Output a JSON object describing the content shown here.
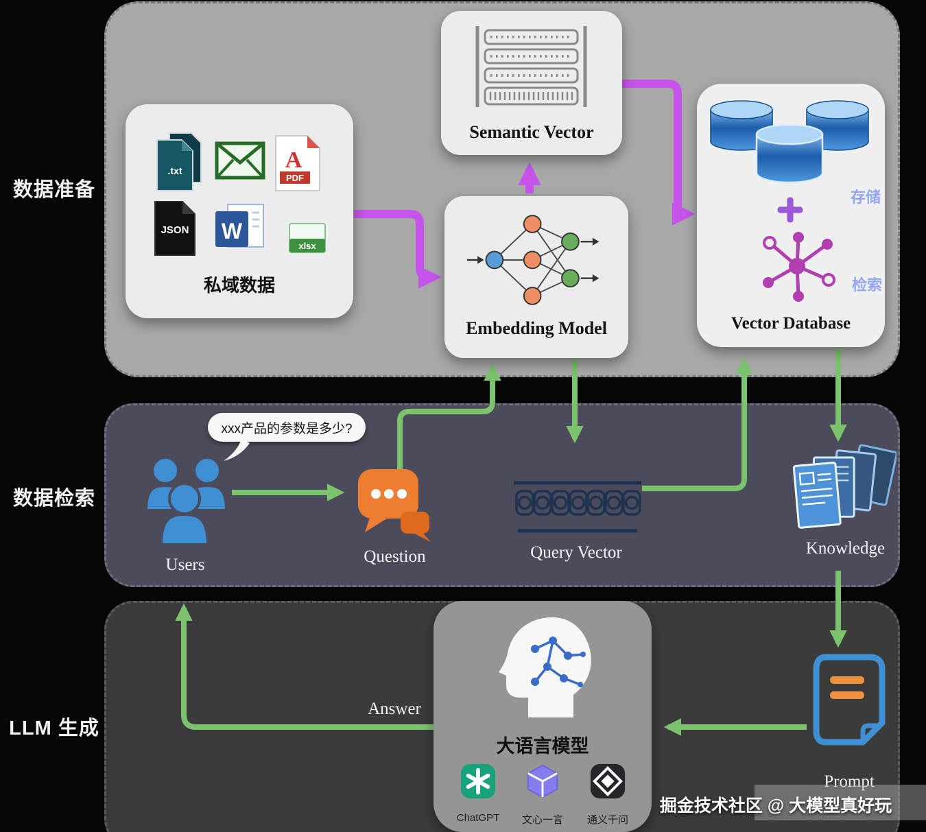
{
  "sections": {
    "prep": "数据准备",
    "retrieval": "数据检索",
    "llm": "LLM 生成"
  },
  "prep": {
    "private_data_title": "私域数据",
    "files": {
      "txt": ".txt",
      "json": "JSON",
      "word": "W",
      "xlsx": "xlsx",
      "pdf_letter": "A",
      "pdf_badge": "PDF"
    },
    "semantic_vector_title": "Semantic Vector",
    "embedding_model_title": "Embedding Model",
    "vector_database_title": "Vector Database",
    "store_label": "存储",
    "retrieve_label": "检索"
  },
  "retrieval": {
    "users_label": "Users",
    "question_bubble_text": "xxx产品的参数是多少?",
    "question_label": "Question",
    "query_vector_label": "Query Vector",
    "knowledge_label": "Knowledge"
  },
  "llm": {
    "model_title": "大语言模型",
    "logos": [
      {
        "label": "ChatGPT"
      },
      {
        "label": "文心一言"
      },
      {
        "label": "通义千问"
      }
    ],
    "prompt_label": "Prompt",
    "answer_label": "Answer"
  },
  "watermark": "掘金技术社区 @ 大模型真好玩",
  "colors": {
    "arrow_purple": "#c654ea",
    "arrow_green": "#7cc36e",
    "panel_prep": "#a8a8a8",
    "panel_retrieval": "#4b4b5c",
    "panel_llm": "#3b3b3b",
    "accent_blue": "#3f8fd4",
    "accent_orange": "#ed7d31",
    "accent_magenta": "#b13fb1"
  }
}
